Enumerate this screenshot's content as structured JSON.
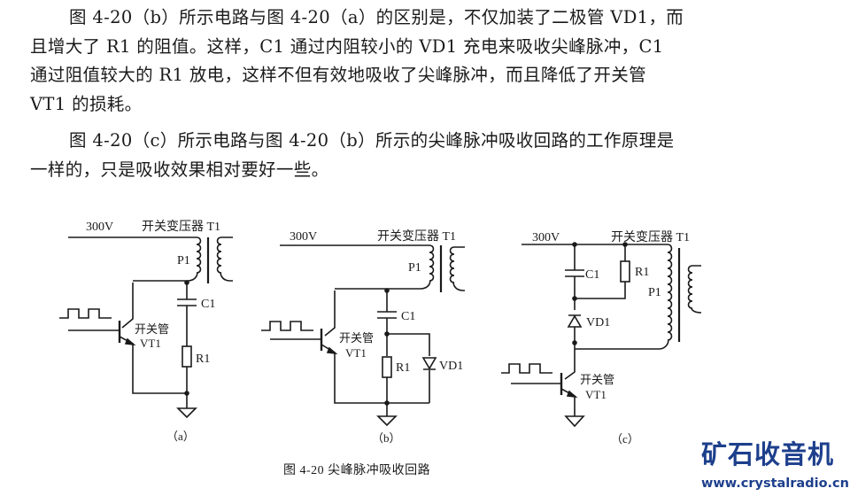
{
  "paragraphs": [
    {
      "lines": [
        "图 4-20（b）所示电路与图 4-20（a）的区别是，不仅加装了二极管 VD1，而",
        "且增大了 R1 的阻值。这样，C1 通过内阻较小的 VD1 充电来吸收尖峰脉冲，C1",
        "通过阻值较大的 R1 放电，这样不但有效地吸收了尖峰脉冲，而且降低了开关管",
        "VT1 的损耗。"
      ]
    },
    {
      "lines": [
        "图 4-20（c）所示电路与图 4-20（b）所示的尖峰脉冲吸收回路的工作原理是",
        "一样的，只是吸收效果相对要好一些。"
      ]
    }
  ],
  "figure": {
    "caption": "图 4-20    尖峰脉冲吸收回路",
    "circuits": [
      {
        "id": "a",
        "sublabel": "（a）",
        "supply": "300V",
        "transformer": "开关变压器 T1",
        "primary": "P1",
        "capacitor": "C1",
        "resistor": "R1",
        "transistor_name": "开关管",
        "transistor_ref": "VT1"
      },
      {
        "id": "b",
        "sublabel": "（b）",
        "supply": "300V",
        "transformer": "开关变压器 T1",
        "primary": "P1",
        "capacitor": "C1",
        "resistor": "R1",
        "diode": "VD1",
        "transistor_name": "开关管",
        "transistor_ref": "VT1"
      },
      {
        "id": "c",
        "sublabel": "（c）",
        "supply": "300V",
        "transformer": "开关变压器 T1",
        "primary": "P1",
        "capacitor": "C1",
        "resistor": "R1",
        "diode": "VD1",
        "transistor_name": "开关管",
        "transistor_ref": "VT1"
      }
    ]
  },
  "watermark": {
    "title": "矿石收音机",
    "url": "www.crystalradio.cn",
    "color": "#1d3f8c"
  }
}
